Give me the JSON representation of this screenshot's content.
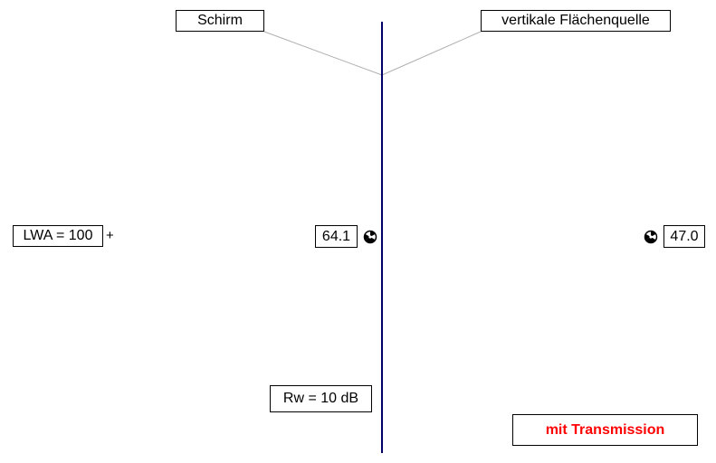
{
  "labels": {
    "screen": "Schirm",
    "source": "vertikale Flächenquelle",
    "source_power": "LWA = 100",
    "source_marker": "+",
    "transmission_loss": "Rw = 10 dB",
    "mode": "mit Transmission"
  },
  "receivers": [
    {
      "value": "64.1"
    },
    {
      "value": "47.0"
    }
  ],
  "icons": {
    "source": "plus-icon",
    "receiver": "receiver-icon"
  },
  "colors": {
    "screen_line": "#000066",
    "leader_lines": "#b0b0b0",
    "mode_text": "#ff0000",
    "text": "#000000"
  }
}
